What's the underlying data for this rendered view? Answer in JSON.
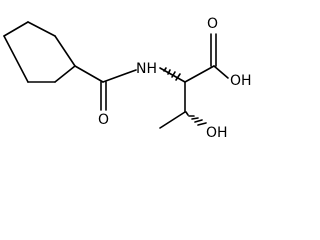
{
  "molecule": {
    "atoms": {
      "nh": "NH",
      "carbonyl_oxygen_amide": "O",
      "carbonyl_oxygen_acid": "O",
      "hydroxyl_acid": "OH",
      "hydroxyl_side": "OH"
    },
    "colors": {
      "bond": "#000000",
      "label": "#000000",
      "background": "#ffffff"
    }
  }
}
